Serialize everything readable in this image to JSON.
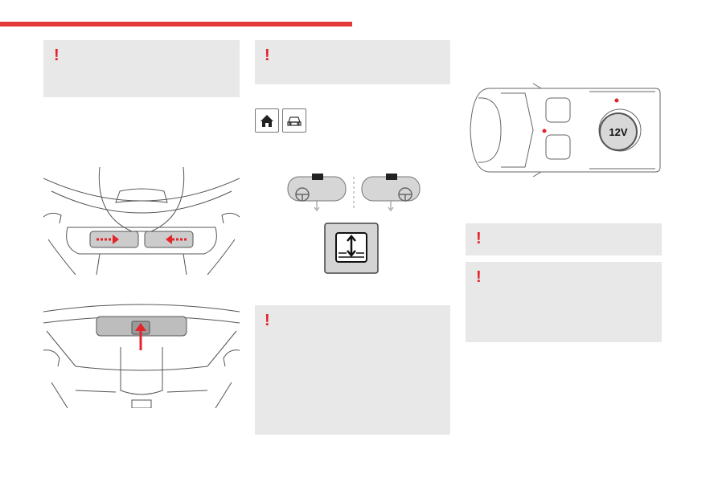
{
  "header": {
    "accent_color": "#e53a3a"
  },
  "warning": {
    "icon": "exclamation-icon",
    "color": "#e3242b",
    "glyph": "!"
  },
  "socket": {
    "label": "12V"
  },
  "mode_buttons": [
    {
      "icon": "home-icon"
    },
    {
      "icon": "car-icon"
    }
  ],
  "figures": [
    "overhead-console-switches-illustration",
    "rear-view-mirror-illustration",
    "mirror-steering-illustration",
    "screen-adjust-icon",
    "vehicle-top-view-12v-illustration"
  ]
}
